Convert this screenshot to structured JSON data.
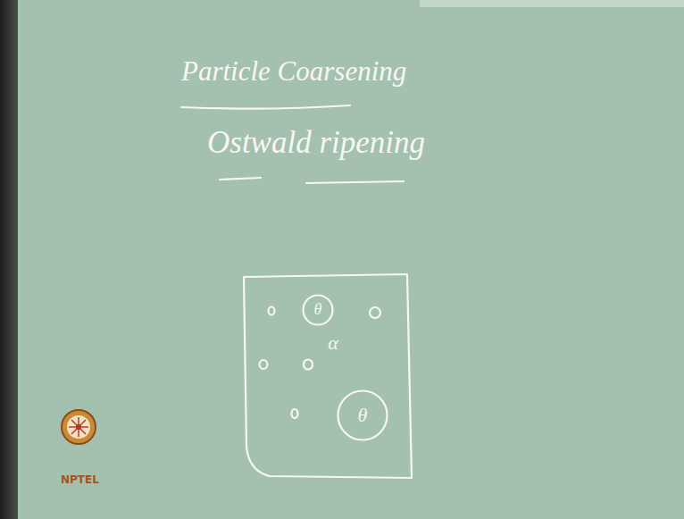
{
  "diagram": {
    "title": "Particle Coarsening",
    "nodes": [
      {
        "text": [
          "α"
        ]
      },
      {
        "text": [
          "θ"
        ],
        "in": 0
      },
      {
        "text": [
          "θ"
        ],
        "in": 0
      }
    ],
    "labels": [
      "Ostwald ripening",
      "NPTEL"
    ]
  }
}
